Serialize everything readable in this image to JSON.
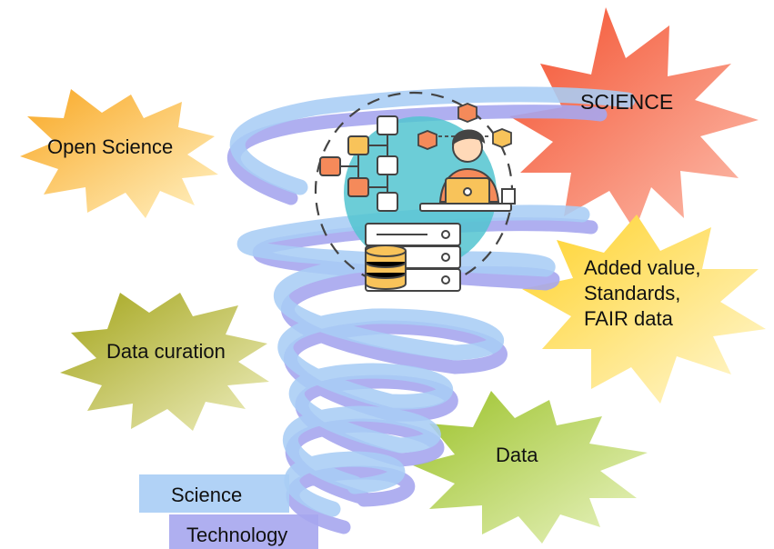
{
  "bursts": {
    "open_science": "Open Science",
    "science": "SCIENCE",
    "added_value": [
      "Added value,",
      "Standards,",
      "FAIR data"
    ],
    "data_curation": "Data curation",
    "data": "Data"
  },
  "legend": {
    "science": "Science",
    "technology": "Technology"
  },
  "colors": {
    "science_band": "#a8cdf5",
    "technology_band": "#a6a6ee",
    "open_science_burst": "#fbbf3a",
    "science_burst": "#f56a4c",
    "added_value_burst": "#ffd84a",
    "data_curation_burst": "#b8b83c",
    "data_burst": "#b2cf3e"
  }
}
